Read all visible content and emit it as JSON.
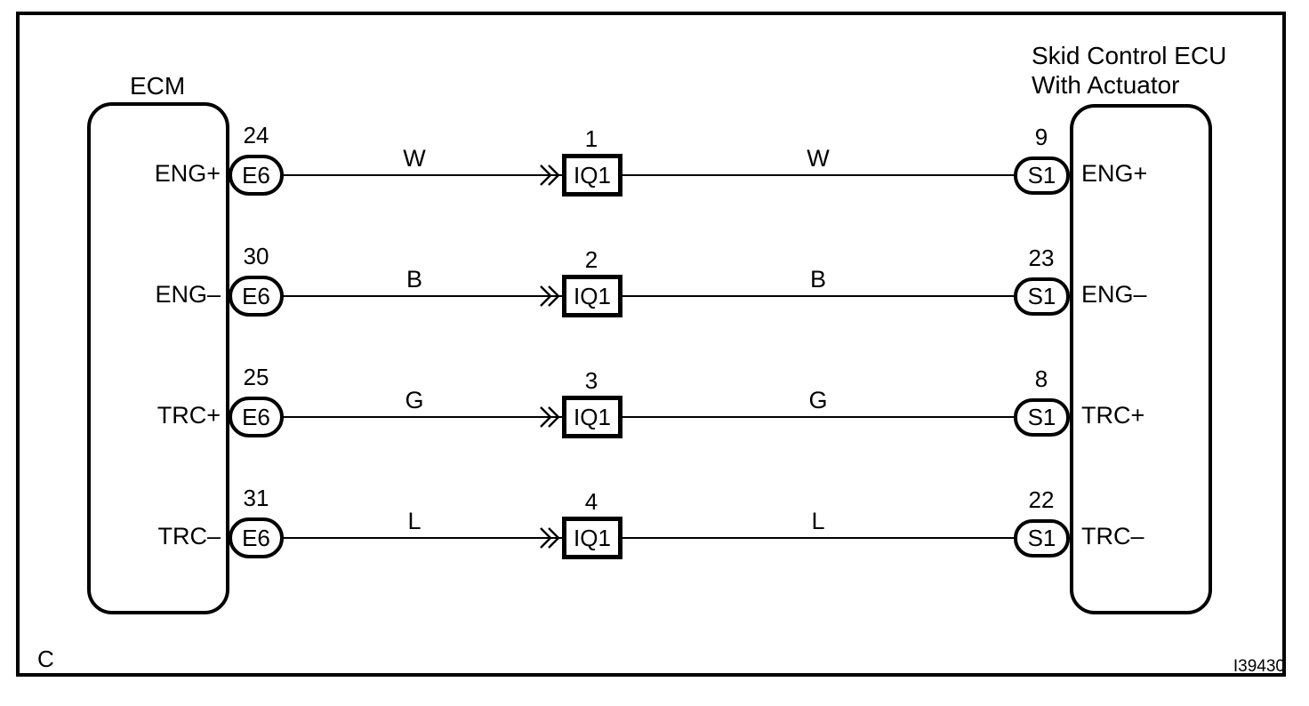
{
  "diagram": {
    "left_component": {
      "title": "ECM"
    },
    "right_component": {
      "title": "Skid Control ECU\nWith Actuator"
    },
    "corner_label": "C",
    "figure_id": "I39430",
    "rows": [
      {
        "left_signal": "ENG+",
        "left_pin": "24",
        "left_connector": "E6",
        "wire_color_left": "W",
        "middle_pin": "1",
        "middle_connector": "IQ1",
        "wire_color_right": "W",
        "right_pin": "9",
        "right_connector": "S1",
        "right_signal": "ENG+"
      },
      {
        "left_signal": "ENG–",
        "left_pin": "30",
        "left_connector": "E6",
        "wire_color_left": "B",
        "middle_pin": "2",
        "middle_connector": "IQ1",
        "wire_color_right": "B",
        "right_pin": "23",
        "right_connector": "S1",
        "right_signal": "ENG–"
      },
      {
        "left_signal": "TRC+",
        "left_pin": "25",
        "left_connector": "E6",
        "wire_color_left": "G",
        "middle_pin": "3",
        "middle_connector": "IQ1",
        "wire_color_right": "G",
        "right_pin": "8",
        "right_connector": "S1",
        "right_signal": "TRC+"
      },
      {
        "left_signal": "TRC–",
        "left_pin": "31",
        "left_connector": "E6",
        "wire_color_left": "L",
        "middle_pin": "4",
        "middle_connector": "IQ1",
        "wire_color_right": "L",
        "right_pin": "22",
        "right_connector": "S1",
        "right_signal": "TRC–"
      }
    ],
    "colors": {
      "line": "#000000",
      "background": "#ffffff"
    }
  }
}
